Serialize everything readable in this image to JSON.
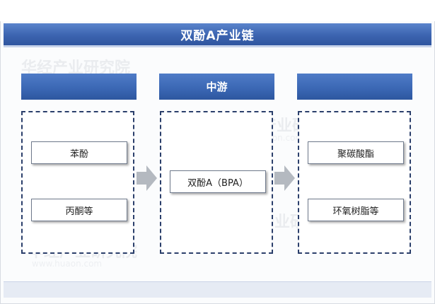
{
  "diagram": {
    "title": "双酚A产业链",
    "stages": [
      {
        "header": "",
        "nodes": [
          "苯酚",
          "丙酮等"
        ]
      },
      {
        "header": "中游",
        "nodes": [
          "双酚A（BPA）"
        ]
      },
      {
        "header": "",
        "nodes": [
          "聚碳酸酯",
          "环氧树脂等"
        ]
      }
    ]
  },
  "watermark": {
    "text": "华经产业研究院",
    "url": "www.huaon.com"
  },
  "colors": {
    "header_blue": "#3a66b3",
    "box_border": "#2b3f6b",
    "arrow_gray": "#b4b9c0"
  }
}
